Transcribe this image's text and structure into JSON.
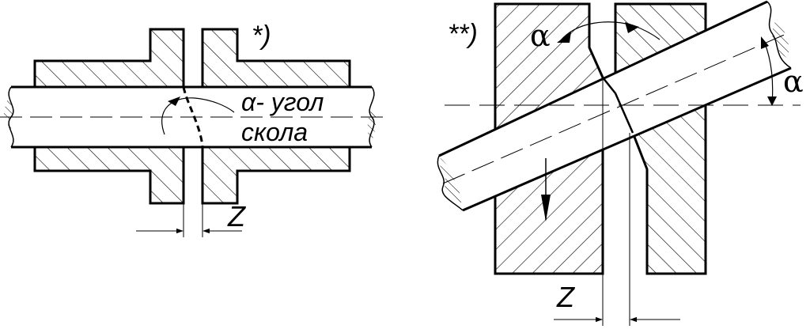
{
  "diagram": {
    "panel_a": {
      "marker": "*)",
      "angle_label_line1": "α- угол",
      "angle_label_line2": "скола",
      "gap_label": "Z"
    },
    "panel_b": {
      "marker": "**)",
      "angle_label_left": "α",
      "angle_label_right": "α",
      "gap_label": "Z"
    }
  }
}
